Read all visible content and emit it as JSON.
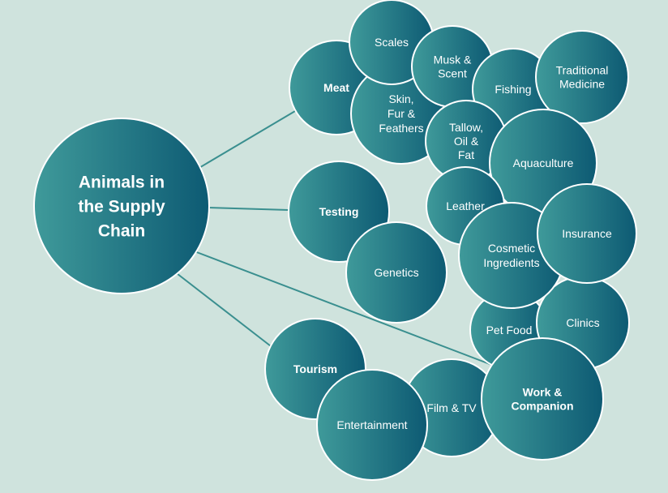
{
  "colors": {
    "background": "#cfe3dd",
    "bubble_light": "#3f9a9a",
    "bubble_dark": "#0d5a73",
    "stroke": "#ffffff",
    "text": "#ffffff",
    "connector": "#3a8f8f"
  },
  "hub": {
    "label": [
      "Animals in",
      "the Supply",
      "Chain"
    ]
  },
  "categories": {
    "meat": {
      "label": [
        "Meat"
      ]
    },
    "testing": {
      "label": [
        "Testing"
      ]
    },
    "work": {
      "label": [
        "Work &",
        "Companion"
      ]
    },
    "tourism": {
      "label": [
        "Tourism"
      ]
    }
  },
  "nodes": {
    "skin": {
      "label": [
        "Skin,",
        "Fur &",
        "Feathers"
      ]
    },
    "scales": {
      "label": [
        "Scales"
      ]
    },
    "musk": {
      "label": [
        "Musk &",
        "Scent"
      ]
    },
    "fishing": {
      "label": [
        "Fishing"
      ]
    },
    "medicine": {
      "label": [
        "Traditional",
        "Medicine"
      ]
    },
    "tallow": {
      "label": [
        "Tallow,",
        "Oil &",
        "Fat"
      ]
    },
    "aquaculture": {
      "label": [
        "Aquaculture"
      ]
    },
    "leather": {
      "label": [
        "Leather"
      ]
    },
    "genetics": {
      "label": [
        "Genetics"
      ]
    },
    "cosmetic": {
      "label": [
        "Cosmetic",
        "Ingredients"
      ]
    },
    "insurance": {
      "label": [
        "Insurance"
      ]
    },
    "petfood": {
      "label": [
        "Pet Food"
      ]
    },
    "clinics": {
      "label": [
        "Clinics"
      ]
    },
    "film": {
      "label": [
        "Film & TV"
      ]
    },
    "entertainment": {
      "label": [
        "Entertainment"
      ]
    }
  }
}
